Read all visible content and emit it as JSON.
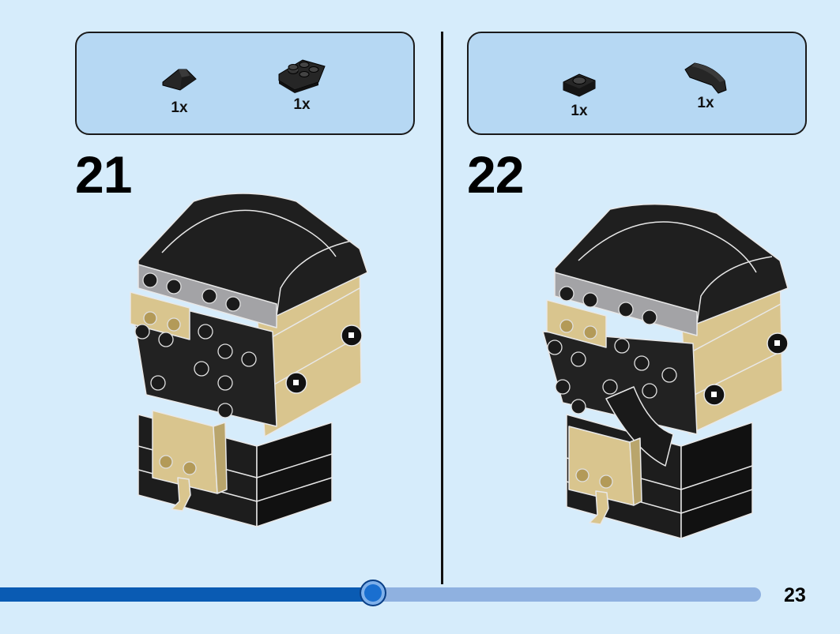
{
  "steps": [
    {
      "number": "21",
      "parts": [
        {
          "qty": "1x",
          "icon": "slope-brick-icon"
        },
        {
          "qty": "1x",
          "icon": "wedge-plate-icon"
        }
      ]
    },
    {
      "number": "22",
      "parts": [
        {
          "qty": "1x",
          "icon": "round-plate-icon"
        },
        {
          "qty": "1x",
          "icon": "curved-slope-icon"
        }
      ]
    }
  ],
  "progress": {
    "fraction": 0.49
  },
  "page_number": "23",
  "colors": {
    "background": "#d6ecfb",
    "parts_box": "#b6d8f3",
    "brick_black": "#222222",
    "brick_tan": "#d9c58e",
    "brick_grey": "#a3a3a6",
    "progress_fill": "#0a5bb3",
    "progress_track": "#8fb1e0"
  }
}
